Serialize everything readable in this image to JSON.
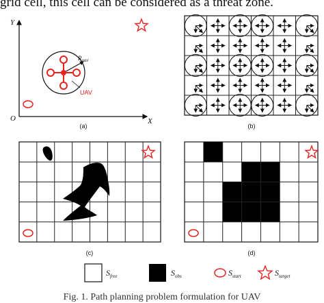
{
  "top_text": "grid cell, this cell can be considered as a threat zone.",
  "caption": "Fig. 1. Path planning problem formulation for UAV",
  "panel_a": {
    "label": "(a)",
    "y_axis": "Y",
    "x_axis": "X",
    "origin": "O",
    "radius_label": "R",
    "radius_sub": "uav",
    "uav_label": "UAV"
  },
  "panel_b": {
    "label": "(b)"
  },
  "panel_c": {
    "label": "(c)"
  },
  "panel_d": {
    "label": "(d)"
  },
  "legend": [
    {
      "symbol": "S",
      "sub": "free"
    },
    {
      "symbol": "S",
      "sub": "obs"
    },
    {
      "symbol": "S",
      "sub": "start"
    },
    {
      "symbol": "S",
      "sub": "target"
    }
  ],
  "colors": {
    "marker": "#e8221e",
    "obstacle": "#000000",
    "grid": "#222222"
  }
}
